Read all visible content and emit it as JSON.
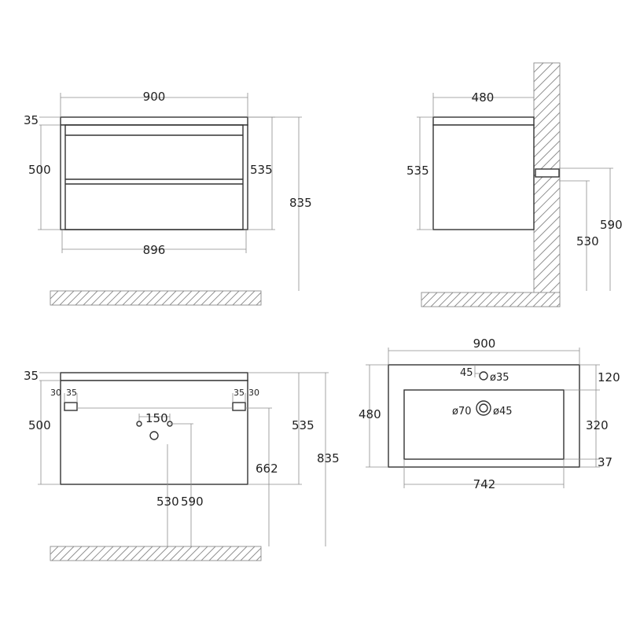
{
  "front_view": {
    "width_top": "900",
    "top_thickness": "35",
    "body_height": "500",
    "drawer_height": "535",
    "total_height": "835",
    "width_bottom": "896"
  },
  "side_view": {
    "depth": "480",
    "height": "535",
    "outlet_530": "530",
    "outlet_590": "590"
  },
  "rear_view": {
    "top_thickness": "35",
    "body_height": "500",
    "height": "535",
    "total_height": "835",
    "hanger_left_offset": "30",
    "hanger_left_width": "35",
    "hanger_right_width": "35",
    "hanger_right_offset": "30",
    "pipe_spacing": "150",
    "pipe_530": "530",
    "pipe_590": "590",
    "hanger_height": "662"
  },
  "plan_view": {
    "width": "900",
    "depth": "480",
    "tap_offset": "45",
    "tap_hole": "ø35",
    "drain_outer": "ø70",
    "drain_inner": "ø45",
    "back_margin": "120",
    "bowl_depth": "320",
    "front_margin": "37",
    "bowl_width": "742"
  }
}
